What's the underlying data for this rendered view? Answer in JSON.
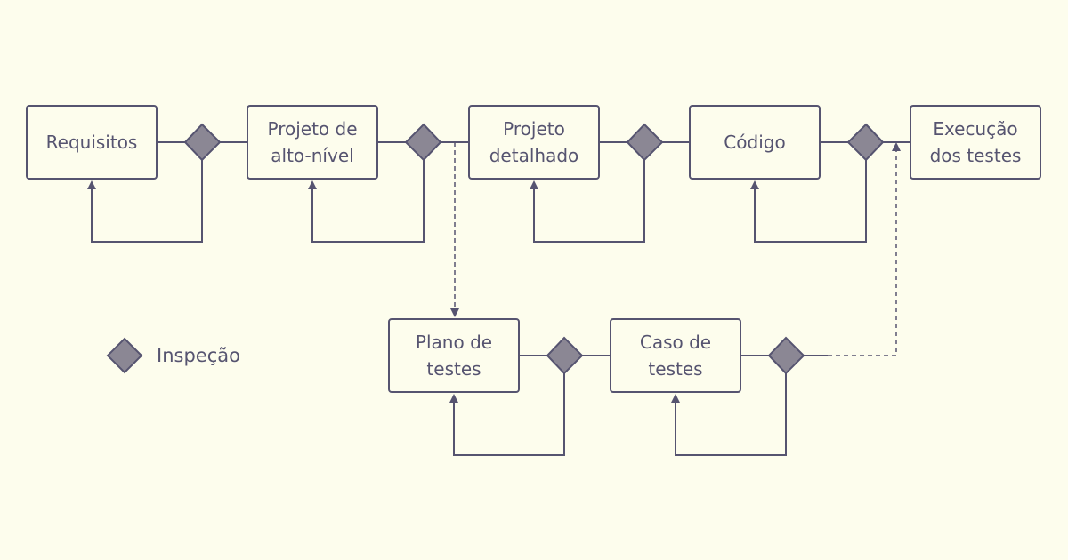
{
  "diagram": {
    "colors": {
      "background": "#fdfded",
      "stroke": "#565470",
      "diamond_fill": "#8b8794"
    },
    "nodes": {
      "requisitos": "Requisitos",
      "projeto_alto_nivel": "Projeto de\nalto-nível",
      "projeto_detalhado": "Projeto\ndetalhado",
      "codigo": "Código",
      "execucao_testes": "Execução\ndos testes",
      "plano_testes": "Plano de\ntestes",
      "caso_testes": "Caso de\ntestes"
    },
    "legend": {
      "icon": "diamond-icon",
      "label": "Inspeção"
    }
  }
}
